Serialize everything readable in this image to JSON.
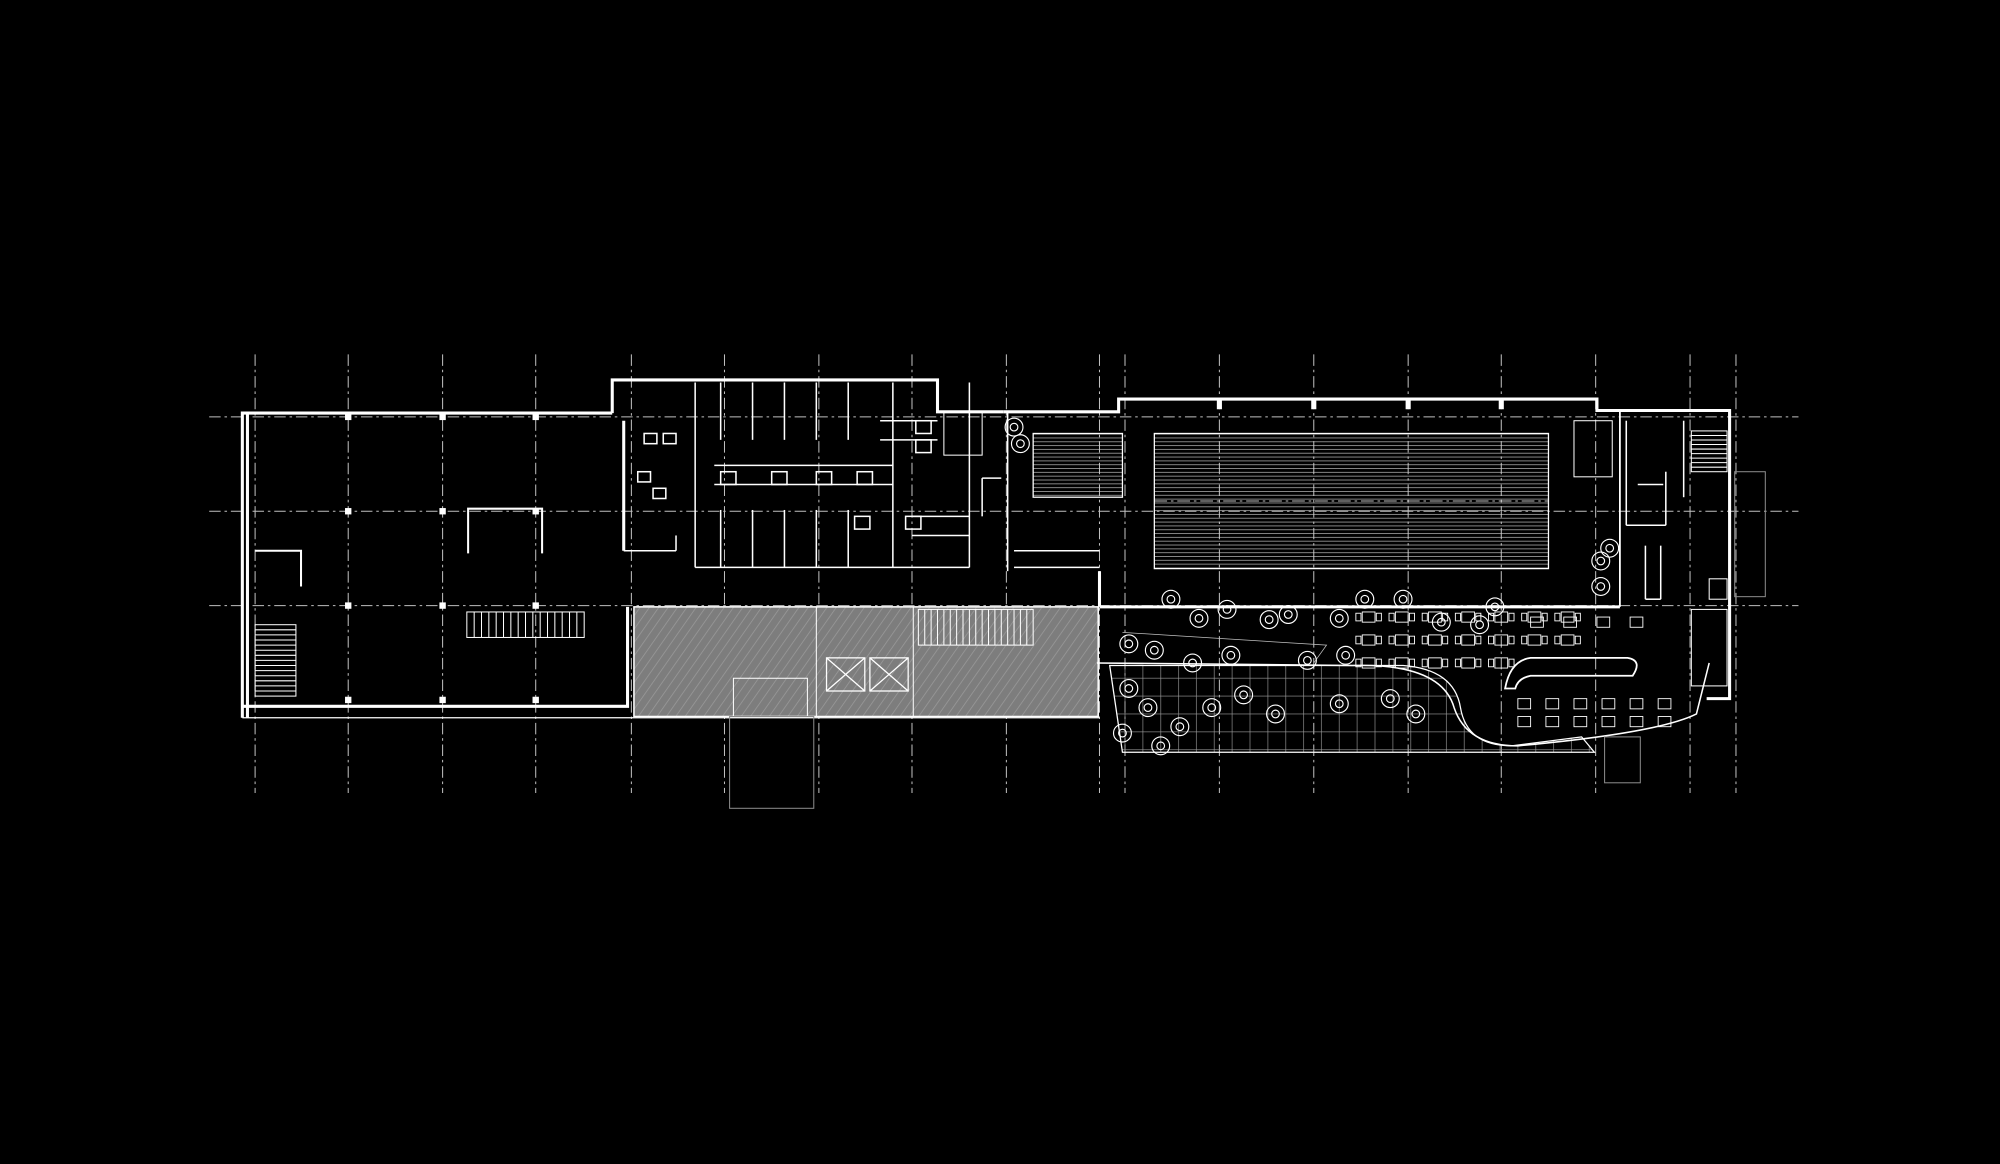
{
  "drawing": {
    "type": "architectural-floor-plan",
    "background_color": "#000000",
    "line_color": "#ffffff",
    "hatch_color": "#8c8c8c",
    "grid_line_style": "dash-dot",
    "text_labels": []
  },
  "areas": [
    {
      "name": "west-hall",
      "fill": "none"
    },
    {
      "name": "service-core",
      "fill": "none"
    },
    {
      "name": "covered-terrace",
      "fill": "hatched-gray"
    },
    {
      "name": "pool-hall",
      "fill": "none"
    },
    {
      "name": "garden-courtyard",
      "fill": "none"
    },
    {
      "name": "cafe-seating",
      "fill": "none"
    },
    {
      "name": "east-stair-tower",
      "fill": "none"
    }
  ]
}
